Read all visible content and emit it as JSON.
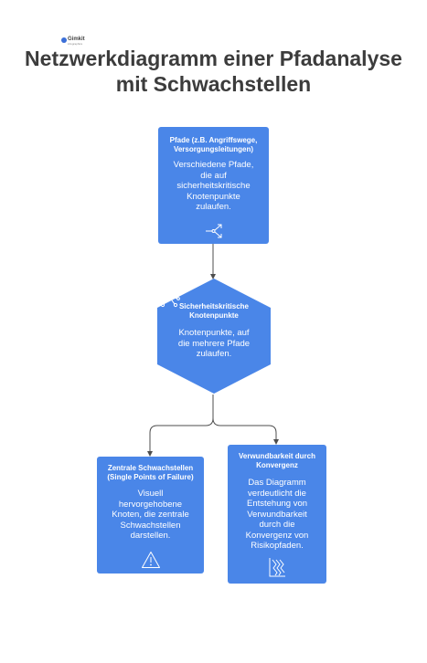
{
  "brand": {
    "logo_text": "Gimkit",
    "logo_sub": "infographics"
  },
  "title_line1": "Netzwerkdiagramm einer Pfadanalyse",
  "title_line2": "mit Schwachstellen",
  "nodes": [
    {
      "heading": "Pfade (z.B. Angriffswege, Versorgungsleitungen)",
      "text": "Verschiedene Pfade, die auf sicherheitskritische Knotenpunkte zulaufen.",
      "icon": "share-arrows-icon"
    },
    {
      "heading": "Sicherheitskritische Knotenpunkte",
      "text": "Knotenpunkte, auf die mehrere Pfade zulaufen.",
      "icon": "network-hub-icon"
    },
    {
      "heading": "Zentrale Schwachstellen (Single Points of Failure)",
      "text": "Visuell hervorgehobene Knoten, die zentrale Schwachstellen darstellen.",
      "icon": "warning-triangle-icon"
    },
    {
      "heading": "Verwundbarkeit durch Konvergenz",
      "text": "Das Diagramm verdeutlicht die Entstehung von Verwundbarkeit durch die Konvergenz von Risikopfaden.",
      "icon": "converging-lines-icon"
    }
  ],
  "colors": {
    "node_fill": "#4a86e8",
    "text": "#3c3c3c",
    "connector": "#4d4d4d"
  }
}
